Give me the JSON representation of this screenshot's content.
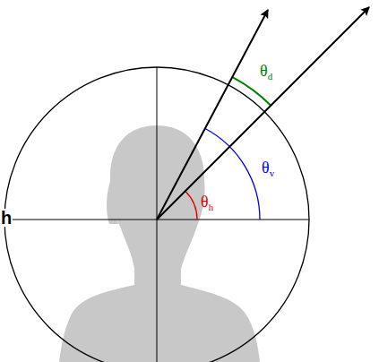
{
  "diagram": {
    "labels": [
      "h",
      "θh",
      "θv",
      "θd"
    ]
  }
}
